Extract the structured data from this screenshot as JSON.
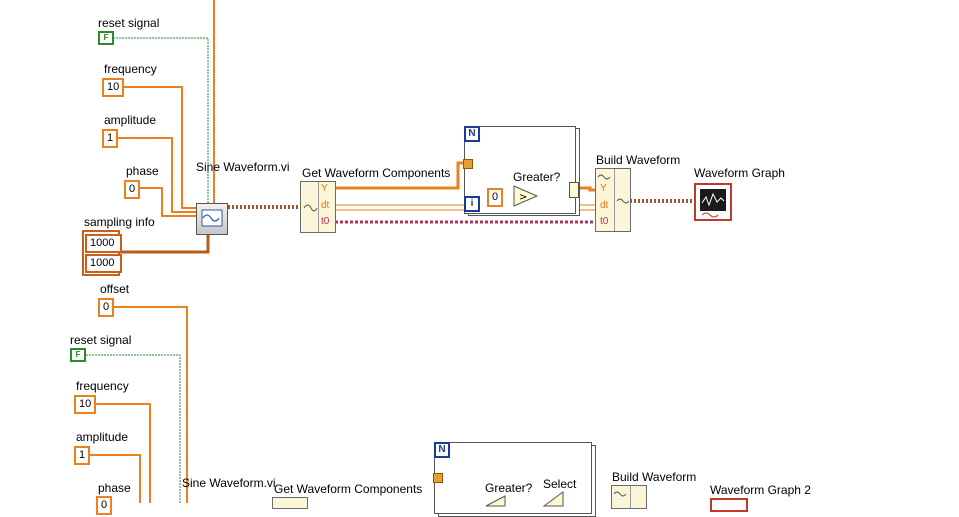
{
  "top": {
    "reset_signal_label": "reset signal",
    "reset_signal_value": "F",
    "frequency_label": "frequency",
    "frequency_value": "10",
    "amplitude_label": "amplitude",
    "amplitude_value": "1",
    "phase_label": "phase",
    "phase_value": "0",
    "sampling_info_label": "sampling info",
    "sampling_values": [
      "1000",
      "1000"
    ],
    "sine_waveform_label": "Sine Waveform.vi",
    "get_components_label": "Get Waveform Components",
    "get_terminals": [
      "Y",
      "dt",
      "t0"
    ],
    "loop_count_label": "N",
    "loop_index_label": "i",
    "greater_label": "Greater?",
    "constant_value": "0",
    "build_waveform_label": "Build Waveform",
    "build_terminals": [
      "Y",
      "dt",
      "t0"
    ],
    "graph_label": "Waveform Graph"
  },
  "bottom": {
    "offset_label": "offset",
    "offset_value": "0",
    "reset_signal_label": "reset signal",
    "reset_signal_value": "F",
    "frequency_label": "frequency",
    "frequency_value": "10",
    "amplitude_label": "amplitude",
    "amplitude_value": "1",
    "phase_label": "phase",
    "phase_value": "0",
    "sine_waveform_label": "Sine Waveform.vi",
    "get_components_label": "Get Waveform Components",
    "loop_count_label": "N",
    "greater_label": "Greater?",
    "select_label": "Select",
    "build_waveform_label": "Build Waveform",
    "graph_label": "Waveform Graph 2"
  },
  "colors": {
    "numeric_wire": "#e8811e",
    "boolean_wire": "#2d8a2d",
    "waveform_wire": "#a0522d",
    "cluster_wire": "#b85c1a",
    "loop_blue": "#1a3a9a"
  }
}
